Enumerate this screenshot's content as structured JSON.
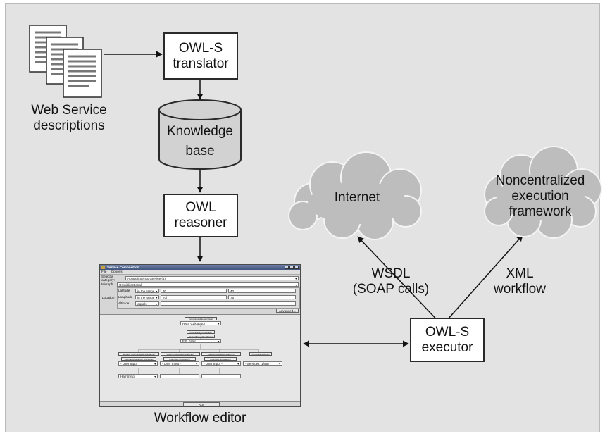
{
  "nodes": {
    "docs_label": [
      "Web Service",
      "descriptions"
    ],
    "translator": [
      "OWL-S",
      "translator"
    ],
    "knowledge_base": [
      "Knowledge",
      "base"
    ],
    "reasoner": [
      "OWL",
      "reasoner"
    ],
    "executor": [
      "OWL-S",
      "executor"
    ],
    "internet": "Internet",
    "framework": [
      "Noncentralized",
      "execution",
      "framework"
    ],
    "editor_caption": "Workflow editor"
  },
  "edges": {
    "wsdl": [
      "WSDL",
      "(SOAP calls)"
    ],
    "xml": [
      "XML",
      "workflow"
    ]
  },
  "editor": {
    "title": "Service Composition",
    "menu": [
      "File",
      "Options"
    ],
    "category_label": "Select a category:",
    "category_value": "AcousticSensorService (4)",
    "microphone_label": "Microph...",
    "microphone_value": "Omnidirectional",
    "location_label": "Location",
    "rows": [
      {
        "name": "Latitude",
        "op": "in the range",
        "v1": "30",
        "v2": "40"
      },
      {
        "name": "Longitude",
        "op": "in the range",
        "v1": "70|",
        "v2": "75"
      },
      {
        "name": "Altitude",
        "op": "equals",
        "v1": "",
        "v2": ""
      }
    ],
    "advanced": "Advanced...",
    "calc_tag": "InputStream[SensorData]",
    "calc": "RMS Calculator",
    "mid_tag_1": "InputStream[TimeData]",
    "mid_tag_2": "OutputStream[RealData]",
    "filter": "FIR Filter",
    "param_tags": [
      "WindowType:[WindowTypeName]",
      "LowerFreq:[LikelyFrequency]",
      "UpperFreq:[LikelyFrequency]",
      "InputStream[Sensor]"
    ],
    "sub_tags": [
      "UserInput:[WindowTypeName]",
      "UserInput:[Frequency]",
      "UserInput:[Frequency]"
    ],
    "selects": [
      "- User Input",
      "- User Input -",
      "- User Input -",
      "- Services (1/55) -"
    ],
    "window_value": "Hamming",
    "run": "Run"
  }
}
